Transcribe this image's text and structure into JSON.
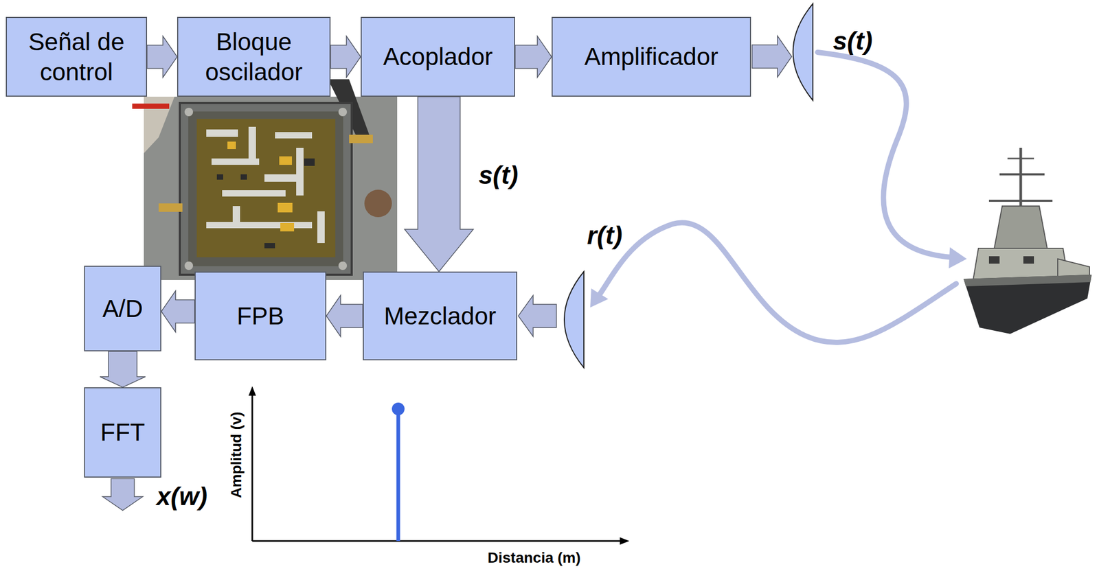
{
  "diagram": {
    "nodes": [
      {
        "text": [
          "Señal de control"
        ]
      },
      {
        "text": [
          "Bloque oscilador"
        ]
      },
      {
        "text": [
          "Acoplador"
        ]
      },
      {
        "text": [
          "Amplificador"
        ]
      },
      {
        "text": [
          "Mezclador"
        ]
      },
      {
        "text": [
          "FPB"
        ]
      },
      {
        "text": [
          "A/D"
        ]
      },
      {
        "text": [
          "FFT"
        ]
      }
    ],
    "edges": [
      {
        "from": 0,
        "to": 1,
        "arrow": "to"
      },
      {
        "from": 1,
        "to": 2,
        "arrow": "to"
      },
      {
        "from": 2,
        "to": 3,
        "arrow": "to"
      },
      {
        "from": 2,
        "to": 4,
        "label": "s(t)",
        "arrow": "to"
      },
      {
        "from": 4,
        "to": 5,
        "arrow": "to"
      },
      {
        "from": 5,
        "to": 6,
        "arrow": "to"
      },
      {
        "from": 6,
        "to": 7,
        "arrow": "to"
      }
    ],
    "labels": [
      "s(t)",
      "r(t)",
      "x(w)",
      "Amplitud (v)",
      "Distancia (m)"
    ]
  }
}
